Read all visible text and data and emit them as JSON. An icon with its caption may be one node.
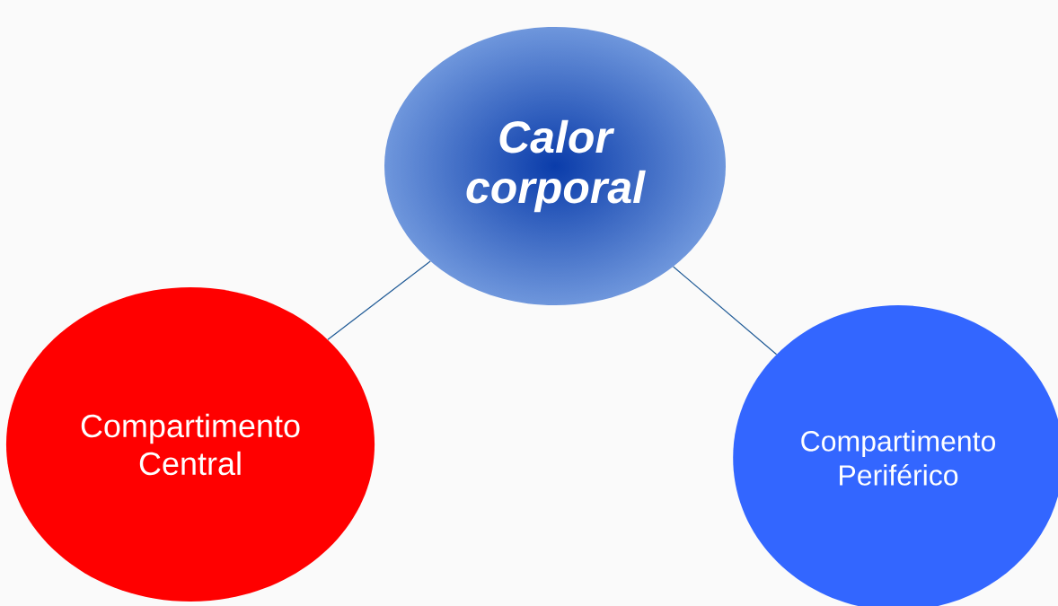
{
  "diagram": {
    "nodes": [
      {
        "text": [
          "Calor corporal"
        ]
      },
      {
        "text": [
          "Compartimento Central"
        ]
      },
      {
        "text": [
          "Compartimento Periférico"
        ]
      }
    ],
    "edges": [
      {
        "from": 0,
        "to": 1,
        "arrow": "none"
      },
      {
        "from": 0,
        "to": 2,
        "arrow": "none"
      }
    ]
  }
}
